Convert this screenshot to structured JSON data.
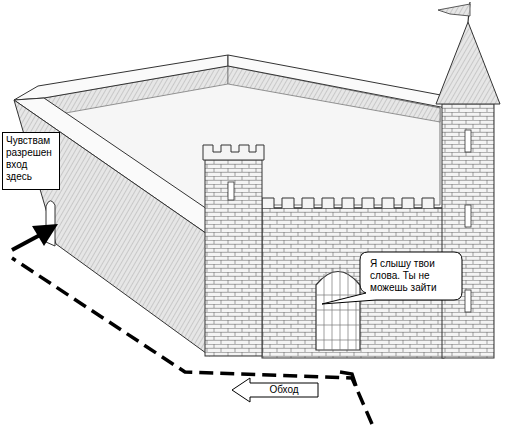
{
  "diagram": {
    "nodes": [
      {
        "text": [
          "Чувствам разрешен вход здесь"
        ]
      },
      {
        "text": [
          "Я слышу твои слова. Ты не можешь зайти"
        ]
      },
      {
        "text": [
          "Обход"
        ]
      }
    ]
  }
}
